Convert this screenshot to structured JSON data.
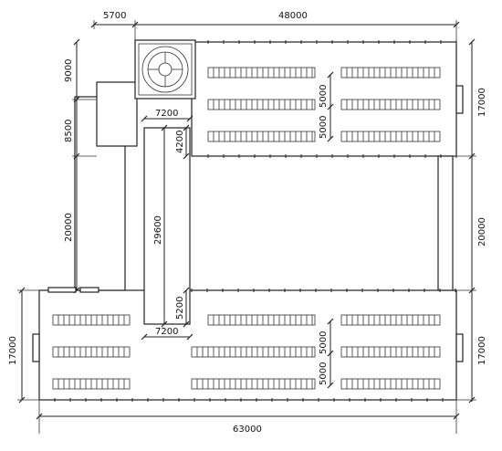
{
  "dimensions": {
    "top_left": "5700",
    "top_right": "48000",
    "left_upper": "9000",
    "left_middle": "8500",
    "left_lower": "20000",
    "right_upper": "17000",
    "right_middle": "20000",
    "right_lower": "17000",
    "left_bottom": "17000",
    "bottom_total": "63000",
    "corridor_upper_width": "7200",
    "corridor_lower_width": "7200",
    "corridor_length": "29600",
    "offset_upper": "4200",
    "offset_lower": "5200",
    "top_row_gap_a": "5000",
    "top_row_gap_b": "5000",
    "bottom_row_gap_a": "5000",
    "bottom_row_gap_b": "5000"
  },
  "colors": {
    "line": "#222222",
    "background": "#ffffff"
  }
}
